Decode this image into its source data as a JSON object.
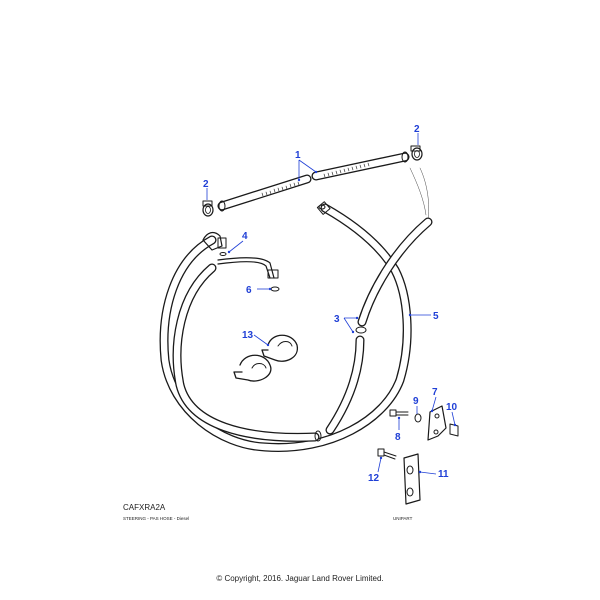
{
  "diagram": {
    "code": "CAFXRA2A",
    "caption": "STEERING - PAS HOSE - Diesel",
    "supplier_mark": "UNIPART",
    "copyright": "© Copyright, 2016. Jaguar Land Rover Limited.",
    "callouts": {
      "c1": "1",
      "c2a": "2",
      "c2b": "2",
      "c3": "3",
      "c4": "4",
      "c5": "5",
      "c6": "6",
      "c7": "7",
      "c8": "8",
      "c9": "9",
      "c10": "10",
      "c11": "11",
      "c12": "12",
      "c13": "13"
    },
    "colors": {
      "callout": "#1f3fd6",
      "line": "#1a1a1a"
    }
  }
}
